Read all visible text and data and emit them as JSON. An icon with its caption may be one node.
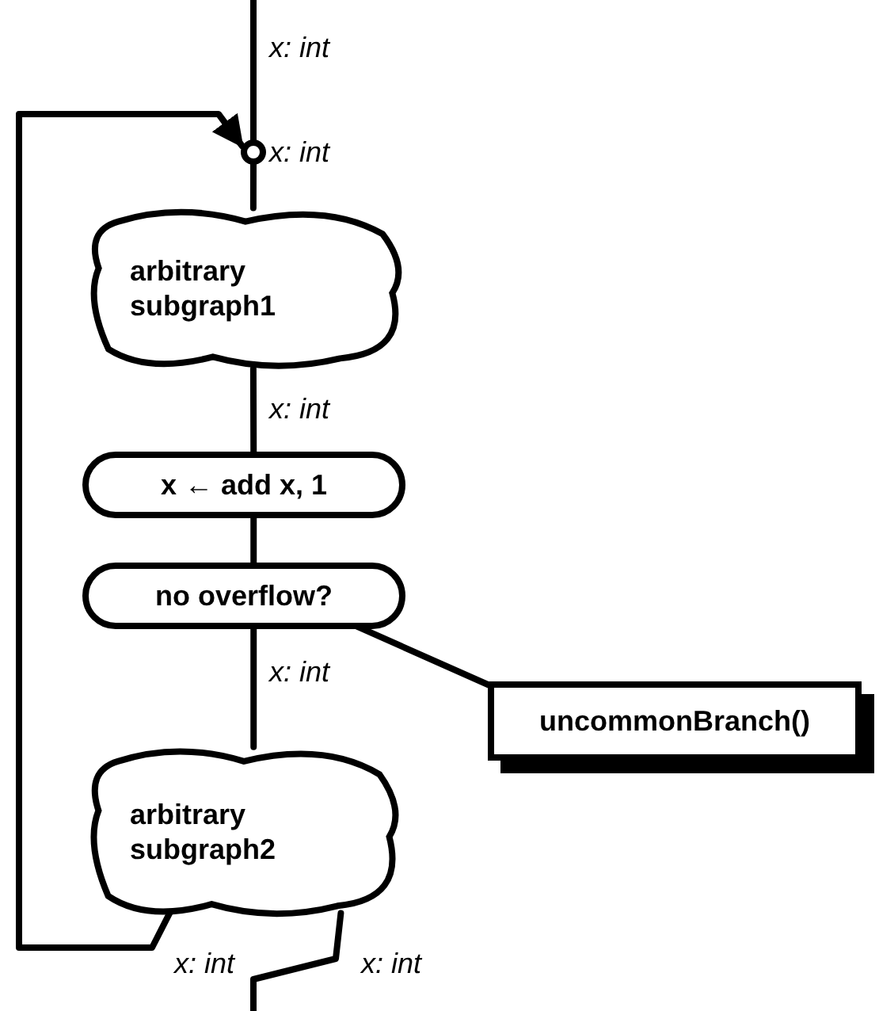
{
  "diagram": {
    "nodes": [
      {
        "text": [],
        "shape": "circle"
      },
      {
        "text": [
          "arbitrary subgraph1"
        ]
      },
      {
        "text": [
          "x ← add x, 1"
        ]
      },
      {
        "text": [
          "no overflow?"
        ]
      },
      {
        "text": [
          "uncommonBranch()"
        ]
      },
      {
        "text": [
          "arbitrary subgraph2"
        ]
      }
    ],
    "edges": [
      {
        "from": null,
        "to": 0,
        "arrow": "none",
        "label": "x: int"
      },
      {
        "from": 0,
        "to": 1,
        "arrow": "none",
        "label": "x: int"
      },
      {
        "from": 1,
        "to": 2,
        "arrow": "none",
        "label": "x: int"
      },
      {
        "from": 2,
        "to": 3,
        "arrow": "none"
      },
      {
        "from": 3,
        "to": 5,
        "arrow": "none",
        "label": "x: int"
      },
      {
        "from": 3,
        "to": 4,
        "arrow": "none"
      },
      {
        "from": 5,
        "to": 0,
        "arrow": "to",
        "label": "x: int"
      },
      {
        "from": 5,
        "to": null,
        "arrow": "none",
        "label": "x: int"
      }
    ]
  }
}
